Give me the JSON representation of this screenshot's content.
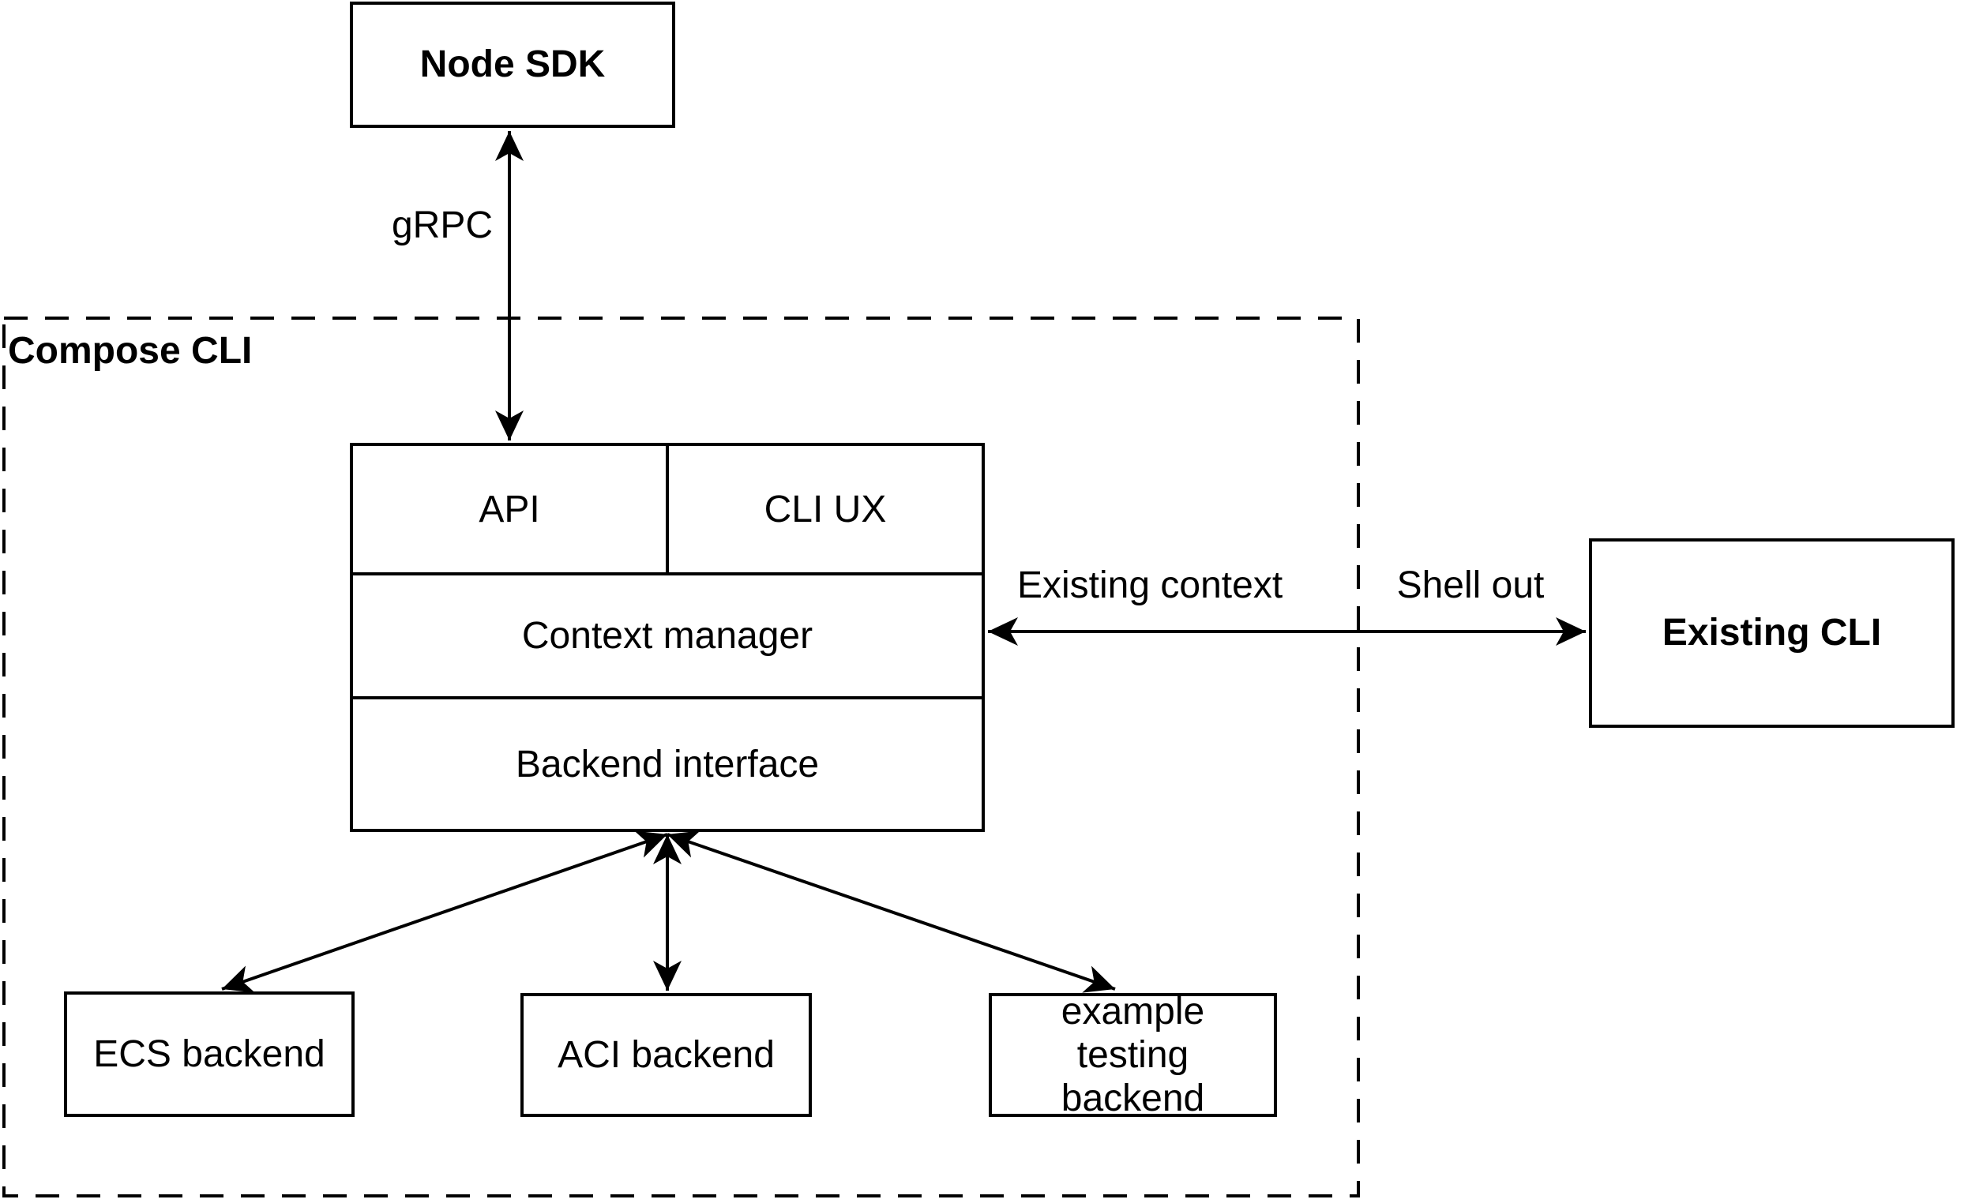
{
  "diagram": {
    "title_region": {
      "compose_cli_label": "Compose CLI"
    },
    "nodes": {
      "node_sdk": {
        "label": "Node SDK"
      },
      "api": {
        "label": "API"
      },
      "cli_ux": {
        "label": "CLI UX"
      },
      "context_manager": {
        "label": "Context manager"
      },
      "backend_interface": {
        "label": "Backend interface"
      },
      "existing_cli": {
        "label": "Existing CLI"
      },
      "ecs_backend": {
        "label": "ECS backend"
      },
      "aci_backend": {
        "label": "ACI backend"
      },
      "example_testing_backend": {
        "label": "example testing backend"
      }
    },
    "edges": {
      "grpc": {
        "label": "gRPC",
        "from": "node_sdk",
        "to": "api",
        "style": "double-arrow"
      },
      "existing_context": {
        "label": "Existing context",
        "from": "context_manager",
        "to": "existing_cli",
        "style": "double-arrow"
      },
      "shell_out": {
        "label": "Shell out",
        "from": "context_manager",
        "to": "existing_cli",
        "style": "double-arrow"
      },
      "to_ecs": {
        "label": "",
        "from": "backend_interface",
        "to": "ecs_backend",
        "style": "double-arrow"
      },
      "to_aci": {
        "label": "",
        "from": "backend_interface",
        "to": "aci_backend",
        "style": "double-arrow"
      },
      "to_example": {
        "label": "",
        "from": "backend_interface",
        "to": "example_testing_backend",
        "style": "double-arrow"
      }
    },
    "colors": {
      "line": "#000000",
      "text": "#000000",
      "background": "#ffffff",
      "box_fill": "#ffffff"
    }
  }
}
